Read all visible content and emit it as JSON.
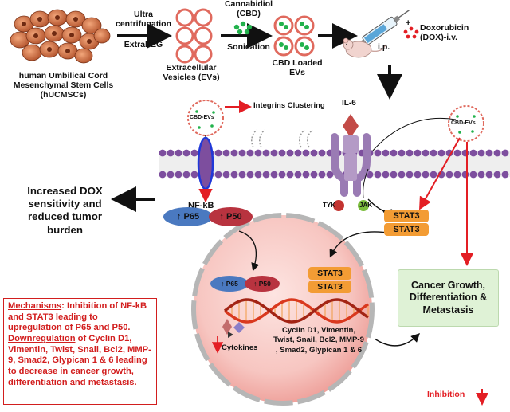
{
  "source": {
    "label": "human Umbilical Cord Mesenchymal Stem Cells (hUCMSCs)"
  },
  "step1": {
    "top": "Ultra centrifugation",
    "bottom": "ExtraPEG"
  },
  "evs": {
    "label": "Extracellular Vesicles (EVs)"
  },
  "step2": {
    "top": "Cannabidiol (CBD)",
    "bottom": "Sonication"
  },
  "cbd_evs_loaded": {
    "label": "CBD Loaded EVs"
  },
  "injection": {
    "route": "i.p.",
    "plus": "+",
    "drug": "Doxorubicin (DOX)-i.v."
  },
  "membrane": {
    "integrins": "Integrins Clustering",
    "il6": "IL-6",
    "tyk": "TYK",
    "jak": "JAK",
    "cbd_evs": "CBD-EVs"
  },
  "nfkb": {
    "label": "NF-kB",
    "p65": "P65",
    "p50": "P50"
  },
  "stat3": {
    "label": "STAT3"
  },
  "outcome": {
    "text": "Increased DOX sensitivity and reduced tumor burden"
  },
  "nucleus": {
    "genes": "Cyclin D1, Vimentin, Twist, Snail, Bcl2, MMP-9 , Smad2, Glypican 1 & 6",
    "cytokines": "Cytokines"
  },
  "cancer_box": {
    "text": "Cancer Growth, Differentiation & Metastasis"
  },
  "mechanisms": {
    "heading": "Mechanisms",
    "text1": ": Inhibition of NF-kB and STAT3 leading to upregulation of P65 and P50.",
    "downreg": "Downregulation",
    "text2": " of Cyclin D1, Vimentin, Twist, Snail, Bcl2, MMP-9, Smad2, Glypican 1 & 6 leading to decrease in cancer growth, differentiation and metastasis."
  },
  "legend": {
    "inhibition": "Inhibition"
  },
  "colors": {
    "red": "#e31e24",
    "stat3": "#f39c34",
    "p65": "#4a79c0",
    "p50": "#b8333f",
    "membrane_top": "#7d4e9e",
    "nucleus": "#f6c5c0",
    "dna_red": "#d9381e",
    "green_dot": "#22b24c"
  }
}
